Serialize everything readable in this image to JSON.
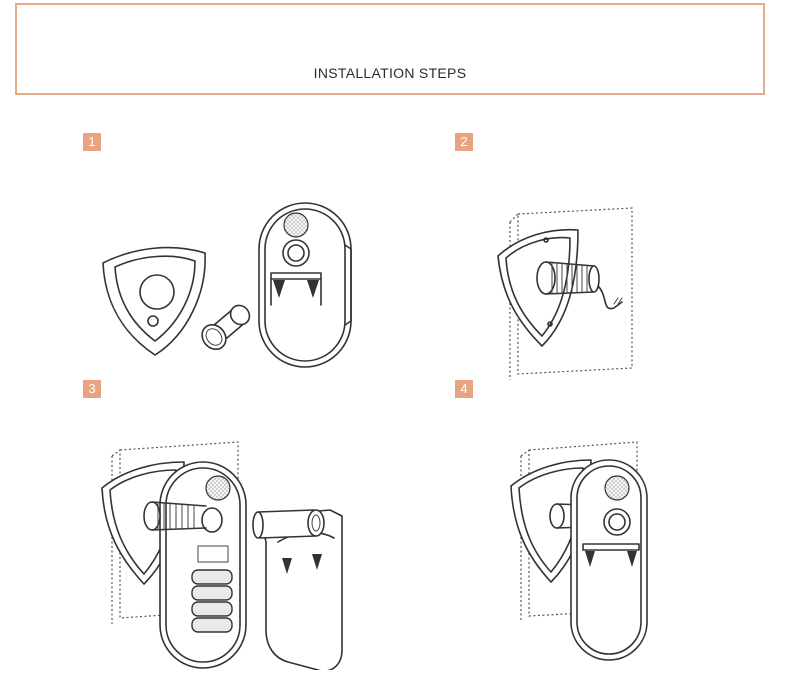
{
  "header": {
    "title": "INSTALLATION STEPS"
  },
  "steps": [
    {
      "number": "1",
      "illustration": "peephole-camera-parts"
    },
    {
      "number": "2",
      "illustration": "outer-unit-mounted-on-door"
    },
    {
      "number": "3",
      "illustration": "connecting-indoor-monitor"
    },
    {
      "number": "4",
      "illustration": "assembled-unit-on-door"
    }
  ],
  "colors": {
    "accent": "#e8a481",
    "border": "#e8a88a",
    "line": "#333333"
  }
}
